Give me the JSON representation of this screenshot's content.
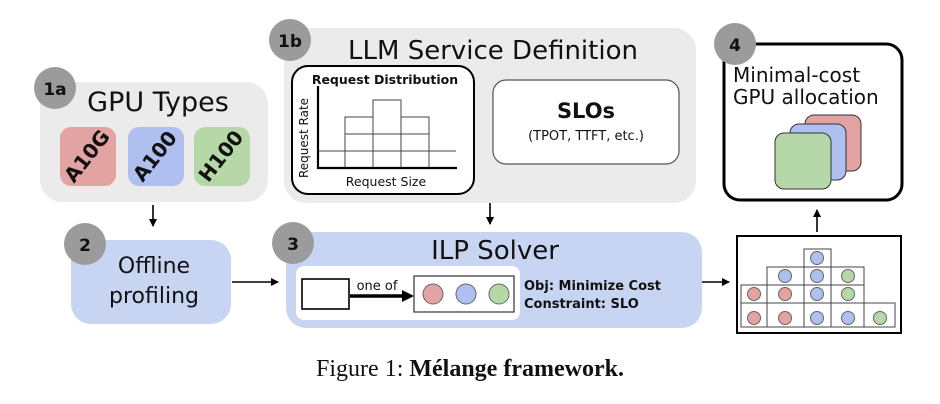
{
  "steps": {
    "gpu_types": {
      "badge": "1a",
      "title": "GPU Types",
      "gpus": [
        {
          "label": "A10G",
          "color": "#e3a3a3"
        },
        {
          "label": "A100",
          "color": "#aebff0"
        },
        {
          "label": "H100",
          "color": "#b6d8a9"
        }
      ]
    },
    "service_def": {
      "badge": "1b",
      "title": "LLM Service Definition",
      "distribution": {
        "title": "Request Distribution",
        "xlabel": "Request Size",
        "ylabel": "Request Rate"
      },
      "slos": {
        "title": "SLOs",
        "subtitle": "(TPOT, TTFT, etc.)"
      }
    },
    "profiling": {
      "badge": "2",
      "title_line1": "Offline",
      "title_line2": "profiling"
    },
    "solver": {
      "badge": "3",
      "title": "ILP Solver",
      "one_of": "one of",
      "objective": "Obj: Minimize Cost",
      "constraint": "Constraint: SLO"
    },
    "allocation": {
      "badge": "4",
      "title_line1": "Minimal-cost",
      "title_line2": "GPU allocation"
    }
  },
  "caption": {
    "prefix": "Figure 1: ",
    "bold": "Mélange framework."
  },
  "colors": {
    "panel_gray": "#ebebeb",
    "panel_blue": "#c8d5f2",
    "badge": "#9b9b9b",
    "red": "#e3a3a3",
    "blue": "#aebff0",
    "green": "#b6d8a9"
  }
}
